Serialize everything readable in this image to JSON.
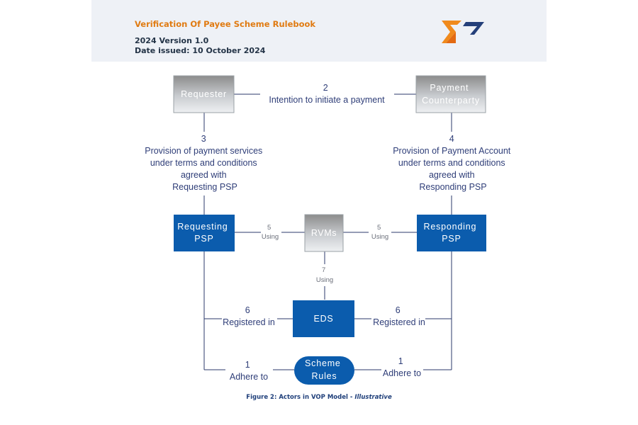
{
  "header": {
    "title": "Verification Of Payee Scheme Rulebook",
    "version": "2024 Version 1.0",
    "date_issued": "Date issued: 10 October 2024",
    "logo_icon": "epc-logo-icon",
    "title_color": "#e07b12",
    "background": "#eef1f6"
  },
  "nodes": {
    "requester": [
      "Requester"
    ],
    "payment_counterparty": [
      "Payment",
      "Counterparty"
    ],
    "requesting_psp": [
      "Requesting",
      "PSP"
    ],
    "responding_psp": [
      "Responding",
      "PSP"
    ],
    "rvms": [
      "RVMs"
    ],
    "eds": [
      "EDS"
    ],
    "scheme_rules": [
      "Scheme",
      "Rules"
    ]
  },
  "links": {
    "requester_counterparty": {
      "number": "2",
      "lines": [
        "Intention to initiate a payment"
      ]
    },
    "requester_requesting_psp": {
      "number": "3",
      "lines": [
        "Provision of payment services",
        "under terms and conditions",
        "agreed with",
        "Requesting PSP"
      ]
    },
    "counterparty_responding_psp": {
      "number": "4",
      "lines": [
        "Provision of Payment Account",
        "under terms and conditions",
        "agreed with",
        "Responding PSP"
      ]
    },
    "requesting_psp_rvms": {
      "number": "5",
      "lines": [
        "Using"
      ]
    },
    "responding_psp_rvms": {
      "number": "5",
      "lines": [
        "Using"
      ]
    },
    "rvms_eds": {
      "number": "7",
      "lines": [
        "Using"
      ]
    },
    "requesting_psp_eds": {
      "number": "6",
      "lines": [
        "Registered in"
      ]
    },
    "responding_psp_eds": {
      "number": "6",
      "lines": [
        "Registered in"
      ]
    },
    "requesting_psp_scheme": {
      "number": "1",
      "lines": [
        "Adhere to"
      ]
    },
    "responding_psp_scheme": {
      "number": "1",
      "lines": [
        "Adhere to"
      ]
    }
  },
  "caption": {
    "text": "Figure 2: Actors in VOP Model - ",
    "italic": "Illustrative"
  },
  "colors": {
    "blue_box": "#0b5cad",
    "label_text": "#2f3e78",
    "line": "#2b3a6b"
  }
}
